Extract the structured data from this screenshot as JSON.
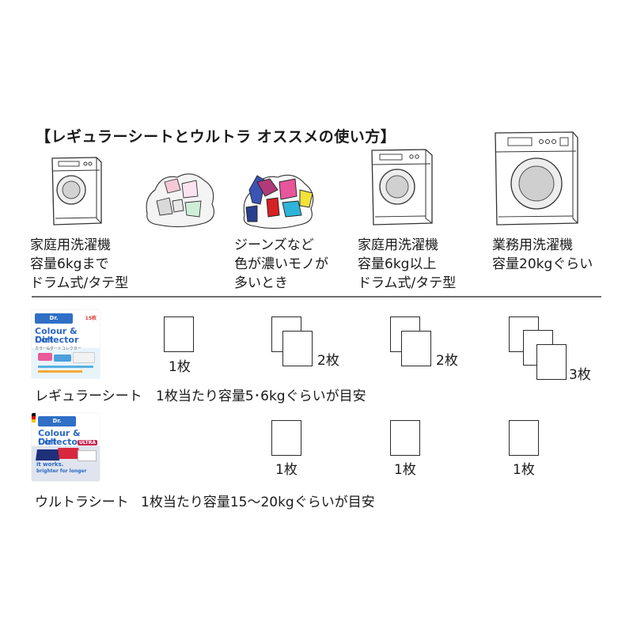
{
  "title": "【レギュラーシートとウルトラ オススメの使い方】",
  "columns": [
    {
      "lines": [
        "家庭用洗濯機",
        "容量6kgまで",
        "ドラム式/タテ型"
      ]
    },
    {
      "lines": [
        "ジーンズなど",
        "色が濃いモノが",
        "多いとき"
      ]
    },
    {
      "lines": [
        "家庭用洗濯機",
        "容量6kg以上",
        "ドラム式/タテ型"
      ]
    },
    {
      "lines": [
        "業務用洗濯機",
        "容量20kgぐらい"
      ]
    }
  ],
  "regular": {
    "label": "レギュラーシート",
    "note": "1枚当たり容量5･6kgぐらいが目安",
    "counts": [
      "1枚",
      "2枚",
      "2枚",
      "3枚"
    ],
    "package": {
      "brand": "Dr. Beckmann",
      "name_line1": "Colour & Dirt",
      "name_line2": "Collector",
      "sub": "カラー&ダートコレクター",
      "badge": "15枚"
    }
  },
  "ultra": {
    "label": "ウルトラシート",
    "note": "1枚当たり容量15〜20kgぐらいが目安",
    "counts": [
      "1枚",
      "1枚",
      "1枚"
    ],
    "package": {
      "brand": "Dr. Beckmann",
      "name_line1": "Colour & Dirt",
      "name_line2": "Collector",
      "tag": "ULTRA",
      "slogan1": "it works.",
      "slogan2": "brighter for longer"
    }
  },
  "colors": {
    "text": "#1a1a1a",
    "divider": "#6e6e6e",
    "brand_blue": "#2a67c4"
  }
}
